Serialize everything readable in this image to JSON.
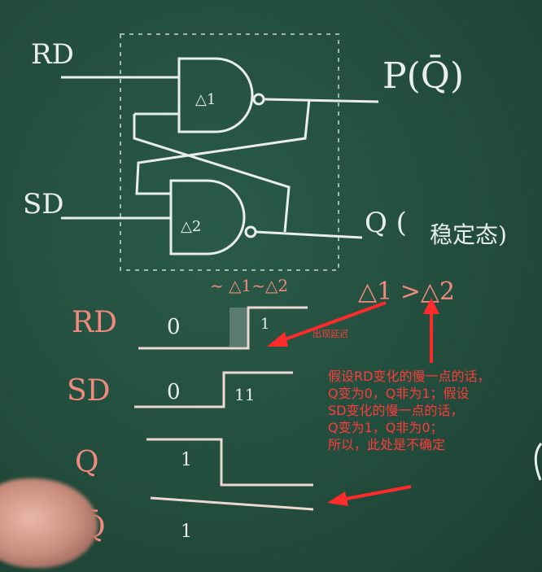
{
  "board": {
    "labels": {
      "rd_top": "RD",
      "sd_top": "SD",
      "p_out": "P(Q̄)",
      "q_out": "Q (",
      "q_out_note": "稳定态)",
      "gate1": "△1",
      "gate2": "△2",
      "delay_expr": "△1 >△2",
      "delay_expr_left": "~ △1~△2"
    },
    "timing": {
      "rows": [
        {
          "name": "RD",
          "before": "0",
          "after": "1"
        },
        {
          "name": "SD",
          "before": "0",
          "after": "11"
        },
        {
          "name": "Q",
          "before": "1",
          "after": ""
        },
        {
          "name": "Q̄",
          "before": "1",
          "after": ""
        }
      ]
    }
  },
  "annotations": {
    "small_label": "出现延迟",
    "note_lines": [
      "假设RD变化的慢一点的话，",
      "Q变为0，Q非为1；假设",
      "SD变化的慢一点的话，",
      "Q变为1，Q非为0；",
      "所以，此处是不确定"
    ],
    "arrow_color": "#ff2a2a"
  }
}
